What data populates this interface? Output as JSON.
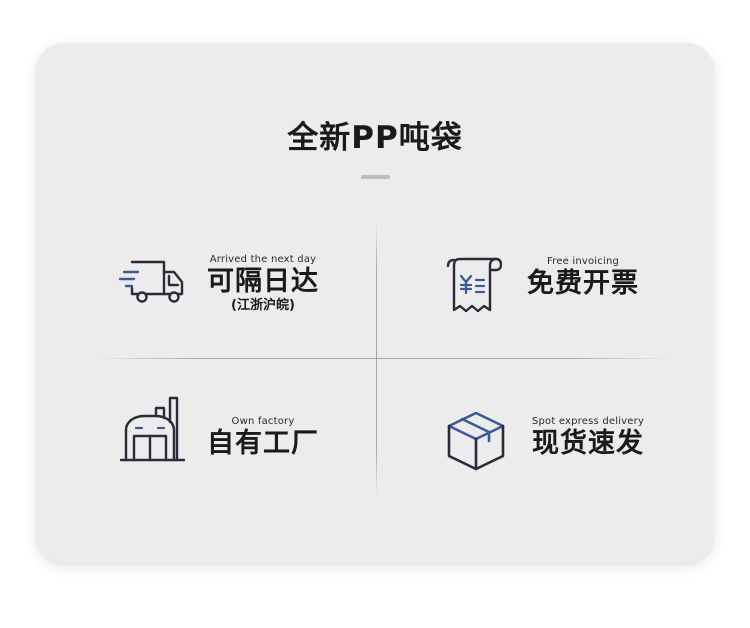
{
  "title": "全新PP吨袋",
  "features": [
    {
      "icon": "delivery-truck-icon",
      "subtitle": "Arrived the next day",
      "label": "可隔日达",
      "note": "(江浙沪皖)"
    },
    {
      "icon": "invoice-receipt-icon",
      "subtitle": "Free invoicing",
      "label": "免费开票"
    },
    {
      "icon": "factory-icon",
      "subtitle": "Own factory",
      "label": "自有工厂"
    },
    {
      "icon": "package-box-icon",
      "subtitle": "Spot express delivery",
      "label": "现货速发"
    }
  ],
  "colors": {
    "icon_blue": "#3b5a9a",
    "icon_dark": "#2b2b3a",
    "card_bg": "#ececec"
  }
}
